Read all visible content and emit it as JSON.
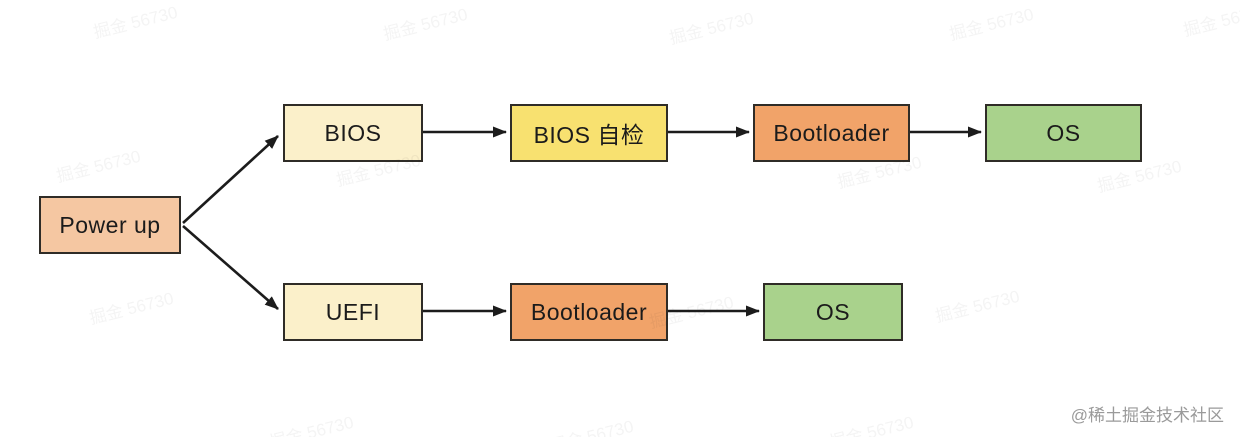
{
  "diagram": {
    "title_hint": "Boot process flowchart: Power up branches to BIOS path and UEFI path",
    "border_color": "#2f2c27",
    "arrow_color": "#1c1c1c",
    "nodes": {
      "power_up": {
        "label": "Power up",
        "fill": "#f5c7a2"
      },
      "bios": {
        "label": "BIOS",
        "fill": "#fbf0ca"
      },
      "bios_check": {
        "label": "BIOS 自检",
        "fill": "#f8e170"
      },
      "bootloader_top": {
        "label": "Bootloader",
        "fill": "#f1a369"
      },
      "os_top": {
        "label": "OS",
        "fill": "#a9d28c"
      },
      "uefi": {
        "label": "UEFI",
        "fill": "#fbf0ca"
      },
      "bootloader_bottom": {
        "label": "Bootloader",
        "fill": "#f1a369"
      },
      "os_bottom": {
        "label": "OS",
        "fill": "#a9d28c"
      }
    },
    "edges": [
      {
        "from": "power_up",
        "to": "bios"
      },
      {
        "from": "power_up",
        "to": "uefi"
      },
      {
        "from": "bios",
        "to": "bios_check"
      },
      {
        "from": "bios_check",
        "to": "bootloader_top"
      },
      {
        "from": "bootloader_top",
        "to": "os_top"
      },
      {
        "from": "uefi",
        "to": "bootloader_bottom"
      },
      {
        "from": "bootloader_bottom",
        "to": "os_bottom"
      }
    ]
  },
  "watermark": {
    "tile_text": "掘金 56730",
    "credit": "@稀土掘金技术社区",
    "credit_color": "#9a9a9a"
  }
}
